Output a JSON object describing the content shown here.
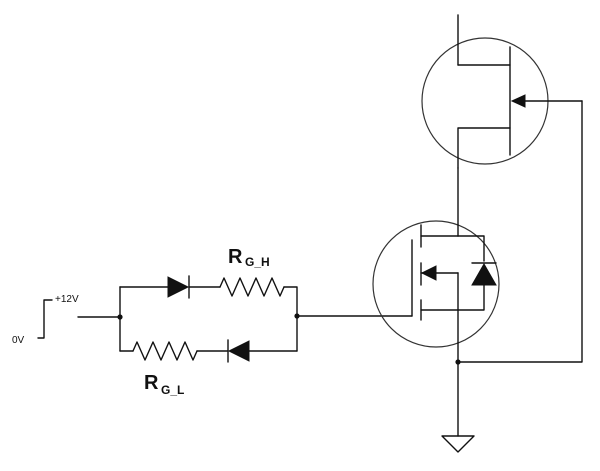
{
  "labels": {
    "source_low": "0V",
    "source_high": "+12V",
    "rg_high_main": "R",
    "rg_high_sub": "G_H",
    "rg_low_main": "R",
    "rg_low_sub": "G_L"
  },
  "colors": {
    "wire": "#111111",
    "background": "#ffffff"
  },
  "icons": [
    "diode",
    "resistor",
    "n-jfet",
    "n-mosfet",
    "body-diode",
    "ground"
  ]
}
